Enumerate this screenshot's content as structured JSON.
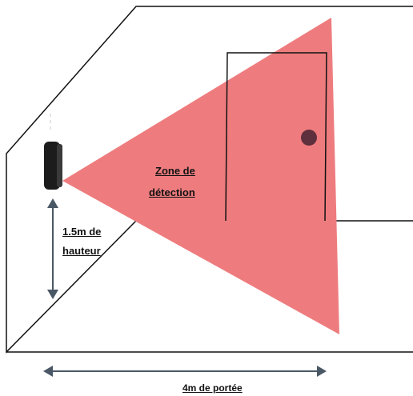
{
  "labels": {
    "detection_zone_line1": "Zone de",
    "detection_zone_line2": "détection",
    "height_line1": "1.5m de",
    "height_line2": "hauteur",
    "range": "4m de portée"
  },
  "colors": {
    "detection_cone": "#ee7c7e",
    "lines": "#111111",
    "arrows": "#4a5866",
    "sensor": "#1c1c1c",
    "door_handle": "#5e2f3c",
    "text": "#111111"
  },
  "icons": {
    "sensor": "motion-sensor-icon",
    "door_handle": "door-handle-icon"
  }
}
